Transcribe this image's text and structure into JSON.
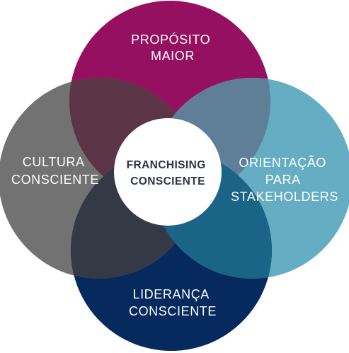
{
  "diagram": {
    "center": {
      "line1": "FRANCHISING",
      "line2": "CONSCIENTE"
    },
    "top": {
      "line1": "PROPÓSITO",
      "line2": "MAIOR",
      "color": "#951060"
    },
    "left": {
      "line1": "CULTURA",
      "line2": "CONSCIENTE",
      "color": "#727272"
    },
    "right": {
      "line1": "ORIENTAÇÃO",
      "line2": "PARA",
      "line3": "STAKEHOLDERS",
      "color": "#64adc3"
    },
    "bottom": {
      "line1": "LIDERANÇA",
      "line2": "CONSCIENTE",
      "color": "#062a5e"
    },
    "overlap_colors": {
      "top_left": "#5b3545",
      "top_right": "#5f7f98",
      "bottom_left": "#353845",
      "bottom_right": "#1a6587"
    }
  }
}
